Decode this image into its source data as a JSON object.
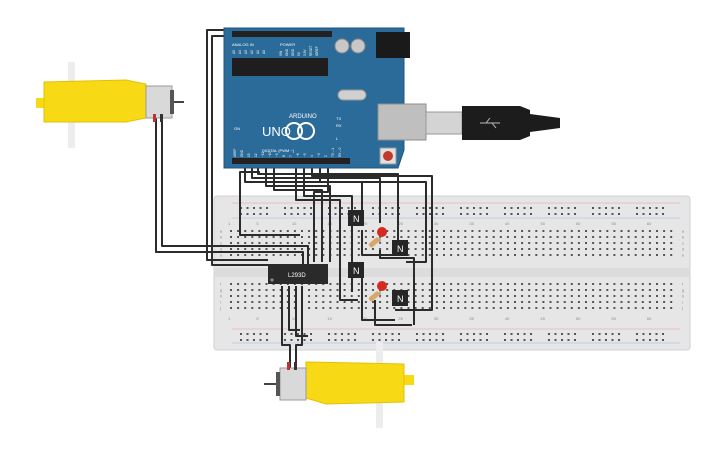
{
  "arduino": {
    "model": "UNO",
    "brand": "ARDUINO",
    "header_analog": "ANALOG IN",
    "header_power": "POWER",
    "header_digital": "DIGITAL (PWM ~)",
    "label_on": "ON",
    "label_tx": "TX",
    "label_rx": "RX",
    "label_l": "L",
    "analog_pins": [
      "A5",
      "A4",
      "A3",
      "A2",
      "A1",
      "A0"
    ],
    "power_pins": [
      "VIN",
      "GND",
      "GND",
      "5V",
      "3.3V",
      "RESET",
      "IOREF"
    ],
    "digital_pins": [
      "AREF",
      "GND",
      "13",
      "12",
      "~11",
      "~10",
      "~9",
      "8",
      "7",
      "~6",
      "~5",
      "4",
      "~3",
      "2",
      "TX→1",
      "RX←0"
    ]
  },
  "ic": {
    "label": "L293D"
  },
  "transistors": [
    {
      "label": "N"
    },
    {
      "label": "N"
    },
    {
      "label": "N"
    },
    {
      "label": "N"
    }
  ],
  "breadboard": {
    "column_numbers": [
      "1",
      "5",
      "10",
      "15",
      "20",
      "25",
      "30",
      "35",
      "40",
      "45",
      "50",
      "55",
      "60"
    ],
    "row_letters": [
      "a",
      "b",
      "c",
      "d",
      "e",
      "f",
      "g",
      "h",
      "i",
      "j"
    ]
  },
  "colors": {
    "board_blue": "#2b6b9a",
    "motor_yellow": "#f7d916",
    "wire": "#2b2b2b",
    "led_red": "#d42a1f",
    "breadboard": "#e7e7e7"
  }
}
